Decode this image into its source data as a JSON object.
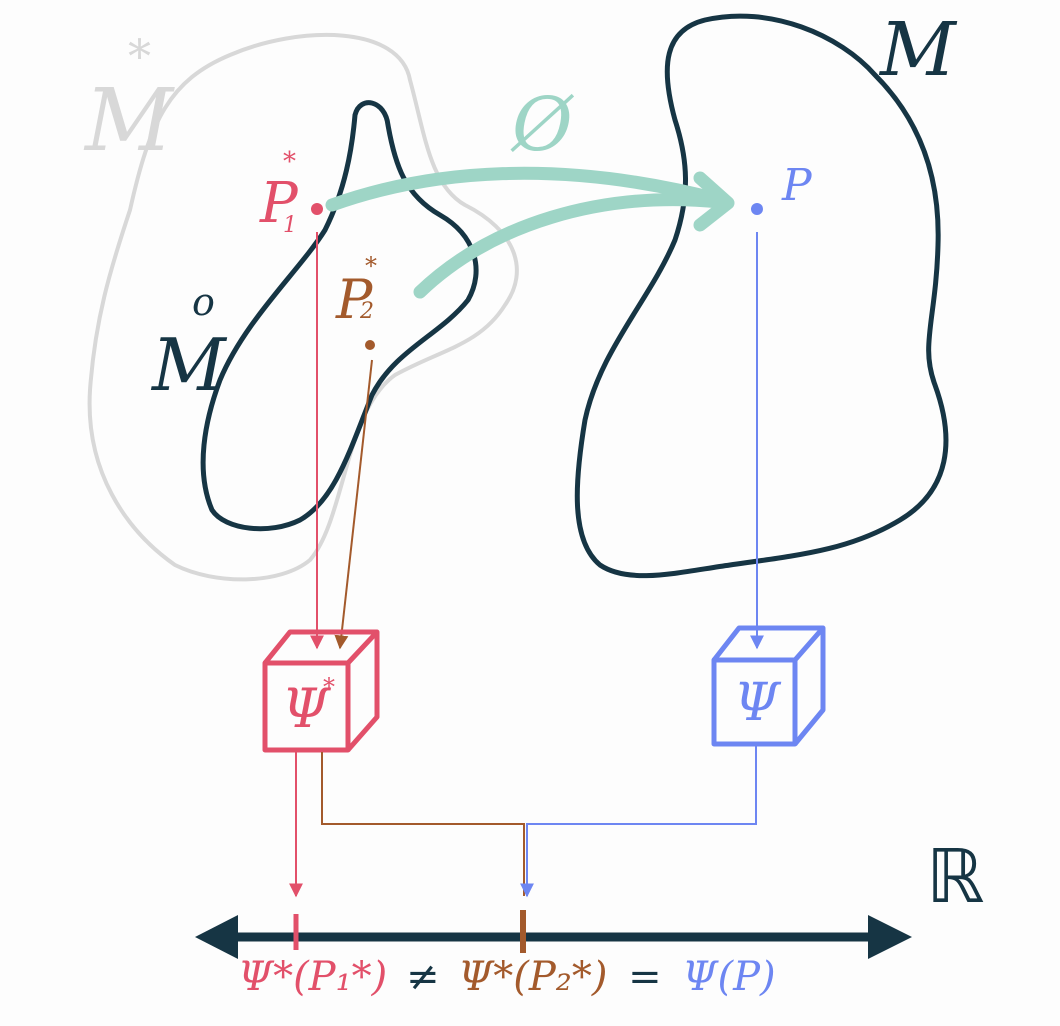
{
  "labels": {
    "m_star": "M",
    "m_star_sup": "*",
    "m": "M",
    "m_zero": "M",
    "m_zero_sup": "o",
    "phi": "Ø",
    "p1": "P",
    "p1_sub": "1",
    "p1_sup": "*",
    "p2": "P",
    "p2_sub": "2",
    "p2_sup": "*",
    "p": "P",
    "psi_star": "Ψ",
    "psi_star_sup": "*",
    "psi": "Ψ",
    "reals": "ℝ"
  },
  "equation": {
    "part1": "Ψ*(P₁*)",
    "neq": "≠",
    "part2": "Ψ*(P₂*)",
    "eq": "=",
    "part3": "Ψ(P)"
  },
  "colors": {
    "dark": "#163544",
    "grey": "#d8d8d8",
    "red": "#e2506a",
    "brown": "#a35a2c",
    "blue": "#6d86f2",
    "teal": "#9ed5c6"
  }
}
